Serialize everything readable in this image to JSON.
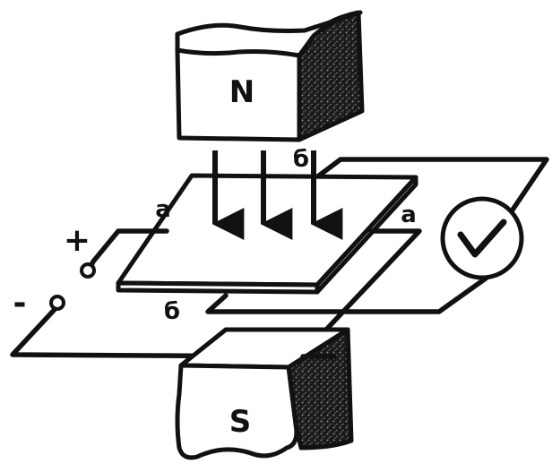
{
  "magnet": {
    "north_label": "N",
    "south_label": "S"
  },
  "labels": {
    "plus": "+",
    "minus": "-",
    "a_left": "a",
    "a_right": "a",
    "b_top": "б",
    "b_bottom": "б"
  },
  "colors": {
    "ink": "#111111",
    "paper": "#ffffff"
  },
  "icons": {
    "voltmeter": "voltmeter-icon",
    "terminal": "terminal-icon"
  }
}
